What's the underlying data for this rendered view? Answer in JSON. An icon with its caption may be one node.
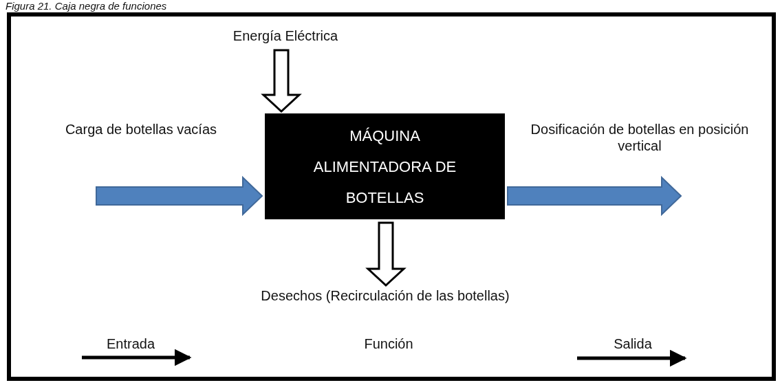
{
  "diagram": {
    "title": "Figura 21. Caja negra de funciones",
    "nodes": [
      {
        "text": [
          "Energía Eléctrica"
        ]
      },
      {
        "text": [
          "MÁQUINA ALIMENTADORA DE BOTELLAS"
        ]
      },
      {
        "text": [
          "Desechos (Recirculación de las botellas)"
        ]
      }
    ],
    "edges": [
      {
        "from": 0,
        "to": 1,
        "arrow": "to"
      },
      {
        "from": 1,
        "to": 2,
        "arrow": "to"
      },
      {
        "from": null,
        "to": 1,
        "arrow": "to",
        "color": "#4f81bd"
      },
      {
        "from": 1,
        "to": null,
        "arrow": "to",
        "color": "#4f81bd"
      }
    ],
    "labels": [
      "Carga de botellas vacías",
      "Dosificación de botellas en posición vertical",
      "Entrada",
      "Función",
      "Salida"
    ]
  }
}
